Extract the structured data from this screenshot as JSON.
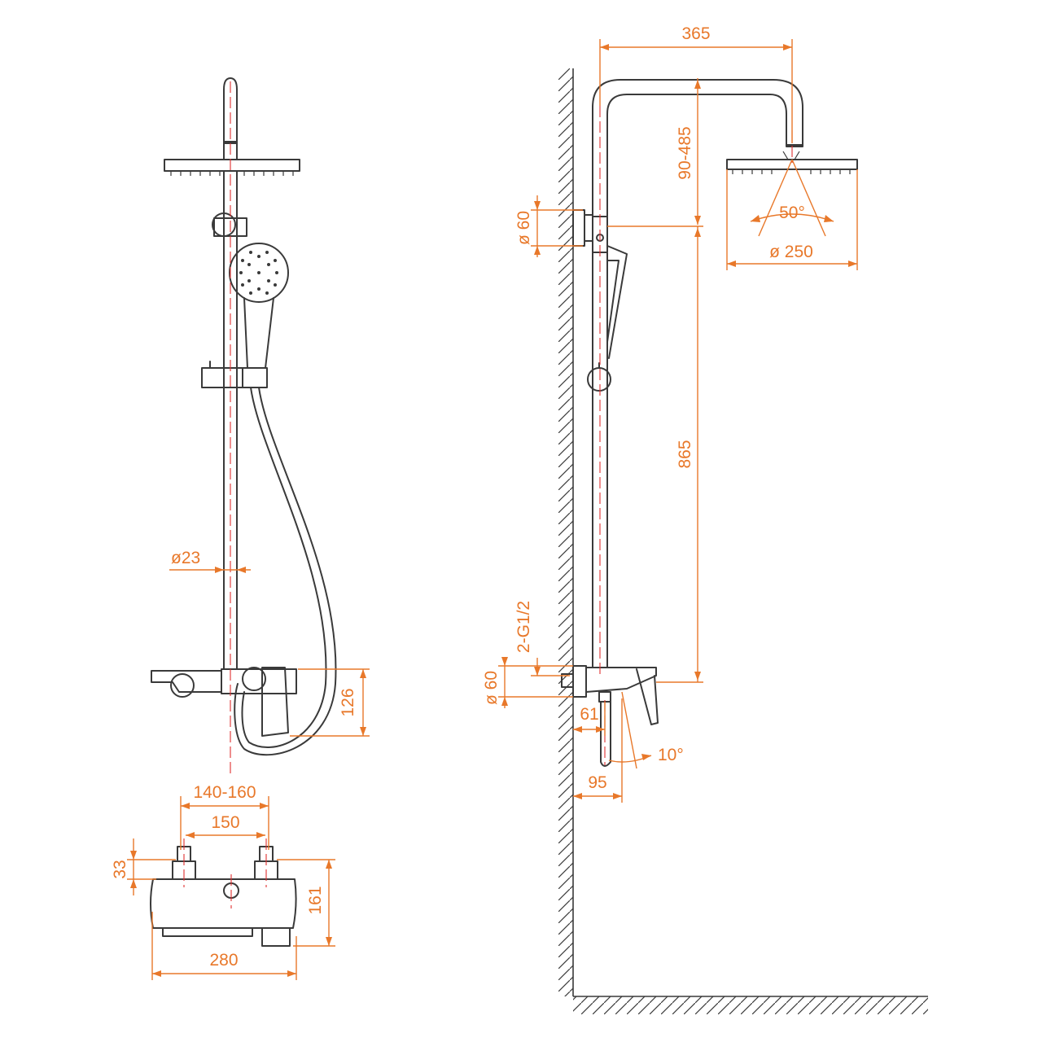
{
  "drawing": {
    "front_view": {
      "pipe_diameter": "ø23",
      "spout_height": "126"
    },
    "top_view": {
      "center_range": "140-160",
      "center_nominal": "150",
      "connector_height": "33",
      "depth": "161",
      "width": "280"
    },
    "side_view": {
      "arm_reach": "365",
      "head_adjust": "90-485",
      "upper_bracket": "ø 60",
      "spray_angle": "50°",
      "head_diameter": "ø 250",
      "column_height": "865",
      "thread": "2-G1/2",
      "lower_bracket": "ø 60",
      "body_depth": "61",
      "spout_reach": "95",
      "spout_angle": "10°"
    }
  },
  "colors": {
    "outline": "#3a3a3a",
    "dimension": "#e8782a",
    "center_axis": "#e03030"
  }
}
